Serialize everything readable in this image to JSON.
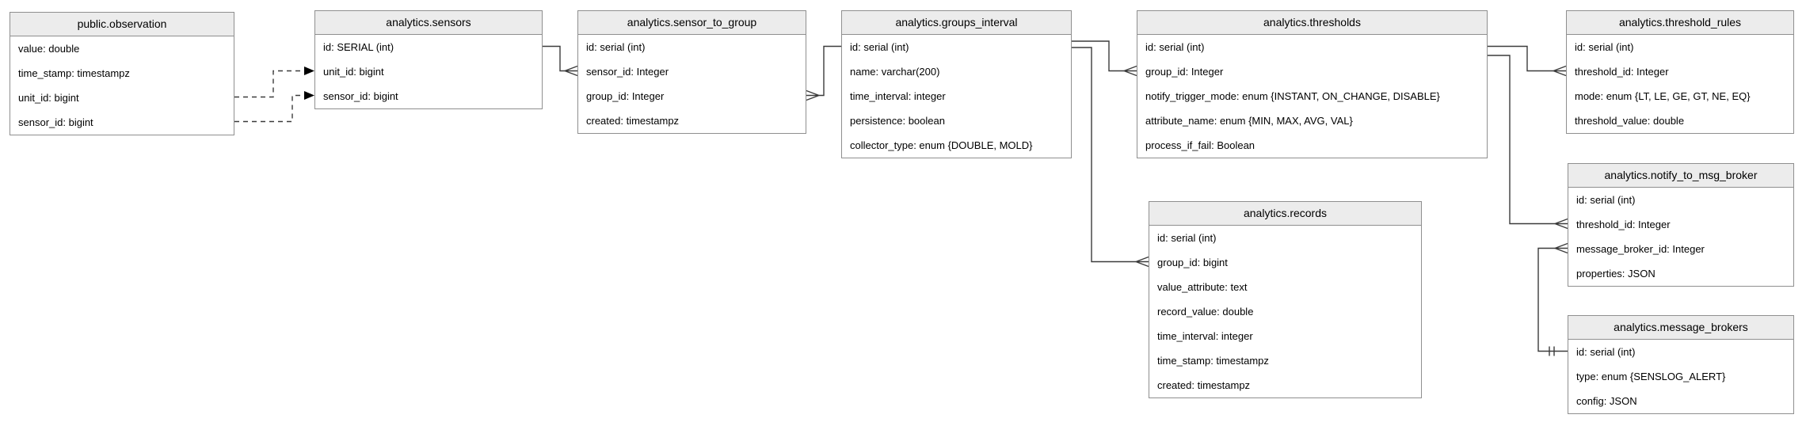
{
  "diagram": {
    "colors": {
      "background": "#ffffff",
      "table_header_bg": "#ececec",
      "table_border": "#8f8f8f",
      "connector_line": "#3b3b3b",
      "text": "#000000"
    },
    "tables": [
      {
        "id": "public_observation",
        "title": "public.observation",
        "fields": [
          "value: double",
          "time_stamp: timestampz",
          "unit_id: bigint",
          "sensor_id: bigint"
        ]
      },
      {
        "id": "analytics_sensors",
        "title": "analytics.sensors",
        "fields": [
          "id: SERIAL (int)",
          "unit_id: bigint",
          "sensor_id: bigint"
        ]
      },
      {
        "id": "analytics_sensor_to_group",
        "title": "analytics.sensor_to_group",
        "fields": [
          "id: serial (int)",
          "sensor_id: Integer",
          "group_id: Integer",
          "created: timestampz"
        ]
      },
      {
        "id": "analytics_groups_interval",
        "title": "analytics.groups_interval",
        "fields": [
          "id: serial (int)",
          "name: varchar(200)",
          "time_interval: integer",
          "persistence: boolean",
          "collector_type: enum {DOUBLE, MOLD}"
        ]
      },
      {
        "id": "analytics_thresholds",
        "title": "analytics.thresholds",
        "fields": [
          "id: serial (int)",
          "group_id: Integer",
          "notify_trigger_mode: enum {INSTANT, ON_CHANGE, DISABLE}",
          "attribute_name: enum {MIN, MAX, AVG, VAL}",
          "process_if_fail: Boolean"
        ]
      },
      {
        "id": "analytics_threshold_rules",
        "title": "analytics.threshold_rules",
        "fields": [
          "id: serial (int)",
          "threshold_id: Integer",
          "mode: enum {LT, LE, GE, GT, NE, EQ}",
          "threshold_value: double"
        ]
      },
      {
        "id": "analytics_notify_to_msg_broker",
        "title": "analytics.notify_to_msg_broker",
        "fields": [
          "id: serial (int)",
          "threshold_id: Integer",
          "message_broker_id: Integer",
          "properties: JSON"
        ]
      },
      {
        "id": "analytics_records",
        "title": "analytics.records",
        "fields": [
          "id: serial (int)",
          "group_id: bigint",
          "value_attribute: text",
          "record_value: double",
          "time_interval: integer",
          "time_stamp: timestampz",
          "created: timestampz"
        ]
      },
      {
        "id": "analytics_message_brokers",
        "title": "analytics.message_brokers",
        "fields": [
          "id: serial (int)",
          "type: enum {SENSLOG_ALERT}",
          "config: JSON"
        ]
      }
    ],
    "relationships": [
      {
        "from": "public.observation.unit_id",
        "to": "analytics.sensors.unit_id",
        "style": "dashed",
        "end_marker": "arrow"
      },
      {
        "from": "public.observation.sensor_id",
        "to": "analytics.sensors.sensor_id",
        "style": "dashed",
        "end_marker": "arrow"
      },
      {
        "from": "analytics.sensors.id",
        "to": "analytics.sensor_to_group.sensor_id",
        "style": "solid",
        "cardinality": "one-to-many"
      },
      {
        "from": "analytics.groups_interval.id",
        "to": "analytics.sensor_to_group.group_id",
        "style": "solid",
        "cardinality": "one-to-many"
      },
      {
        "from": "analytics.groups_interval.id",
        "to": "analytics.thresholds.group_id",
        "style": "solid",
        "cardinality": "one-to-many"
      },
      {
        "from": "analytics.groups_interval.id",
        "to": "analytics.records.group_id",
        "style": "solid",
        "cardinality": "one-to-many"
      },
      {
        "from": "analytics.thresholds.id",
        "to": "analytics.threshold_rules.threshold_id",
        "style": "solid",
        "cardinality": "one-to-many"
      },
      {
        "from": "analytics.thresholds.id",
        "to": "analytics.notify_to_msg_broker.threshold_id",
        "style": "solid",
        "cardinality": "one-to-many"
      },
      {
        "from": "analytics.message_brokers.id",
        "to": "analytics.notify_to_msg_broker.message_broker_id",
        "style": "solid",
        "cardinality": "exactly-one-to-many"
      }
    ]
  }
}
